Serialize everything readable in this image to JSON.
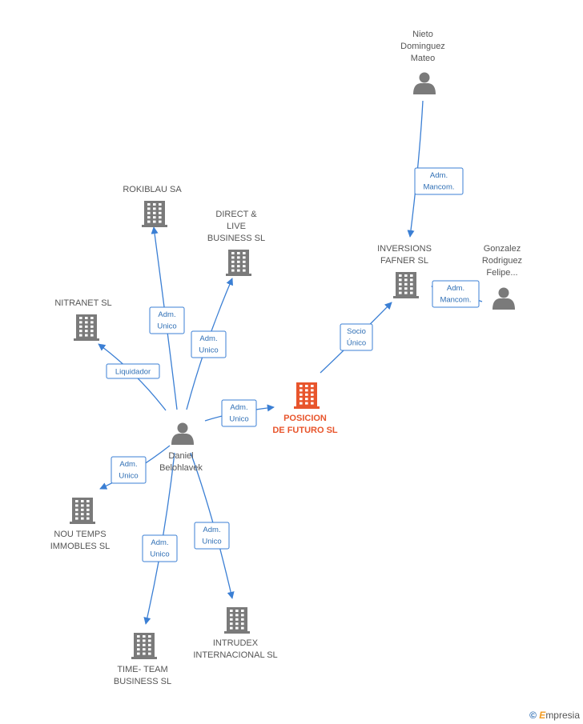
{
  "colors": {
    "edge": "#3b7fd4",
    "node": "#7a7a7a",
    "main": "#e8552c"
  },
  "nodes": [
    {
      "id": "posicion",
      "type": "company",
      "main": true,
      "lines": [
        "POSICION",
        "DE FUTURO SL"
      ]
    },
    {
      "id": "daniel",
      "type": "person",
      "lines": [
        "Daniel",
        "Belohlavek"
      ]
    },
    {
      "id": "nieto",
      "type": "person",
      "lines": [
        "Nieto",
        "Dominguez",
        "Mateo"
      ]
    },
    {
      "id": "gonzalez",
      "type": "person",
      "lines": [
        "Gonzalez",
        "Rodriguez",
        "Felipe..."
      ]
    },
    {
      "id": "inversions",
      "type": "company",
      "lines": [
        "INVERSIONS",
        "FAFNER SL"
      ]
    },
    {
      "id": "rokiblau",
      "type": "company",
      "lines": [
        "ROKIBLAU SA"
      ]
    },
    {
      "id": "direct",
      "type": "company",
      "lines": [
        "DIRECT &",
        "LIVE",
        "BUSINESS SL"
      ]
    },
    {
      "id": "nitranet",
      "type": "company",
      "lines": [
        "NITRANET SL"
      ]
    },
    {
      "id": "noutemps",
      "type": "company",
      "lines": [
        "NOU TEMPS",
        "IMMOBLES SL"
      ]
    },
    {
      "id": "timeteam",
      "type": "company",
      "lines": [
        "TIME- TEAM",
        "BUSINESS SL"
      ]
    },
    {
      "id": "intrudex",
      "type": "company",
      "lines": [
        "INTRUDEX",
        "INTERNACIONAL SL"
      ]
    }
  ],
  "edges": [
    {
      "from": "nieto",
      "to": "inversions",
      "label": [
        "Adm.",
        "Mancom."
      ]
    },
    {
      "from": "gonzalez",
      "to": "inversions",
      "label": [
        "Adm.",
        "Mancom."
      ]
    },
    {
      "from": "posicion",
      "to": "inversions",
      "label": [
        "Socio",
        "Único"
      ]
    },
    {
      "from": "daniel",
      "to": "posicion",
      "label": [
        "Adm.",
        "Unico"
      ]
    },
    {
      "from": "daniel",
      "to": "rokiblau",
      "label": [
        "Adm.",
        "Unico"
      ]
    },
    {
      "from": "daniel",
      "to": "direct",
      "label": [
        "Adm.",
        "Unico"
      ]
    },
    {
      "from": "daniel",
      "to": "nitranet",
      "label": [
        "Liquidador"
      ]
    },
    {
      "from": "daniel",
      "to": "noutemps",
      "label": [
        "Adm.",
        "Unico"
      ]
    },
    {
      "from": "daniel",
      "to": "timeteam",
      "label": [
        "Adm.",
        "Unico"
      ]
    },
    {
      "from": "daniel",
      "to": "intrudex",
      "label": [
        "Adm.",
        "Unico"
      ]
    }
  ],
  "watermark": {
    "copyright": "©",
    "brand_e": "E",
    "brand_rest": "mpresia"
  }
}
